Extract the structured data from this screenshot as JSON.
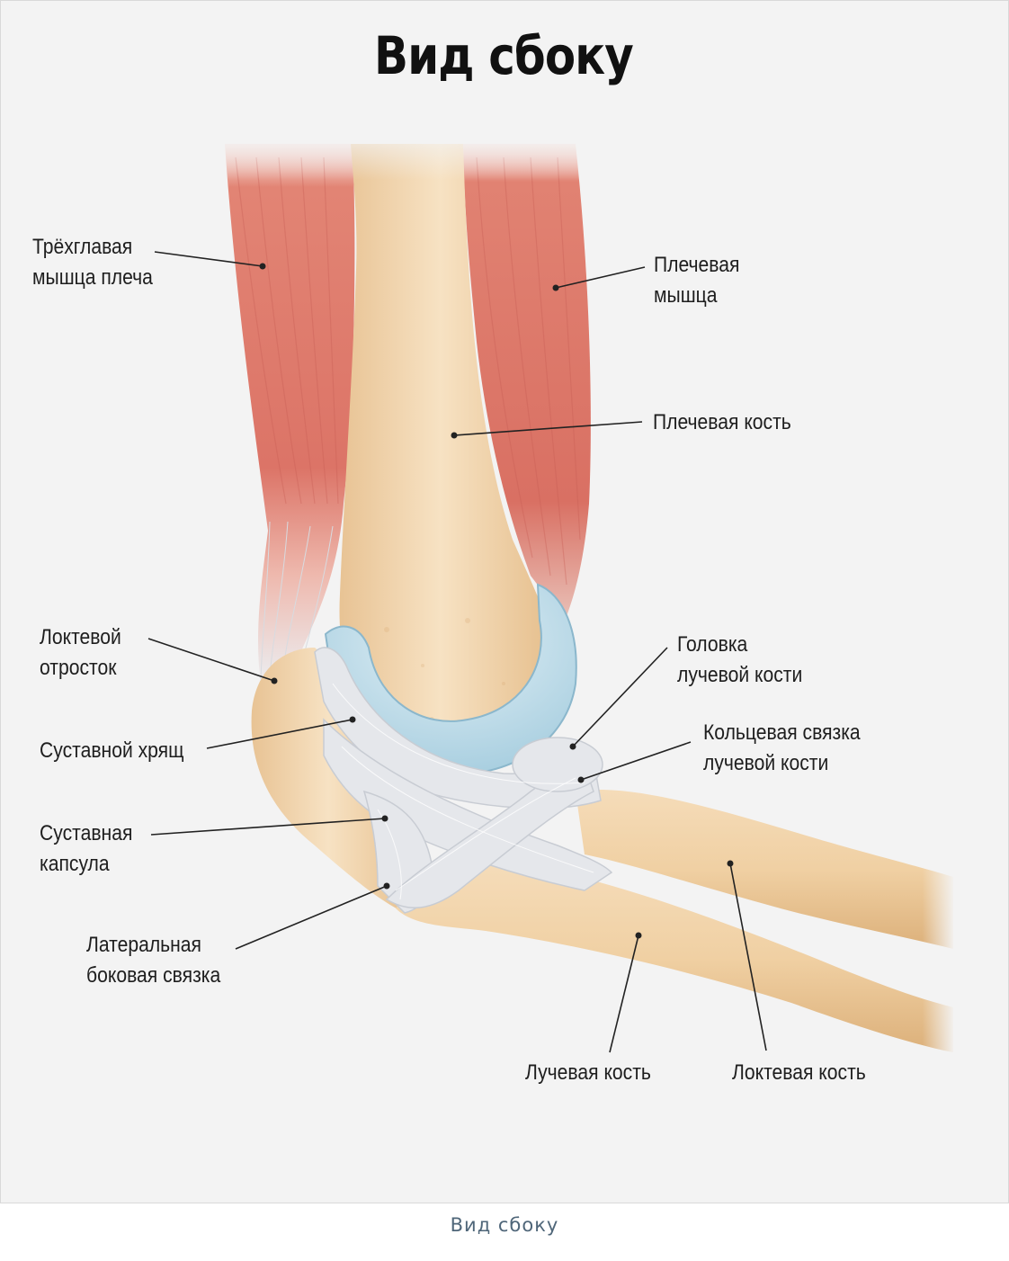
{
  "title": "Вид сбоку",
  "caption": "Вид сбоку",
  "labels": {
    "triceps": "Трёхглавая\nмышца плеча",
    "brachialis": "Плечевая\nмышца",
    "humerus": "Плечевая кость",
    "olecranon": "Локтевой\nотросток",
    "cartilage": "Суставной хрящ",
    "capsule": "Суставная\nкапсула",
    "lateral_ligament": "Латеральная\nбоковая связка",
    "radial_head": "Головка\nлучевой кости",
    "annular_ligament": "Кольцевая связка\nлучевой кости",
    "radius": "Лучевая кость",
    "ulna": "Локтевая кость"
  },
  "colors": {
    "muscle": "#e07a6c",
    "bone": "#f0d2a6",
    "cartilage": "#bcdbe8",
    "ligament": "#e6e8ec"
  }
}
